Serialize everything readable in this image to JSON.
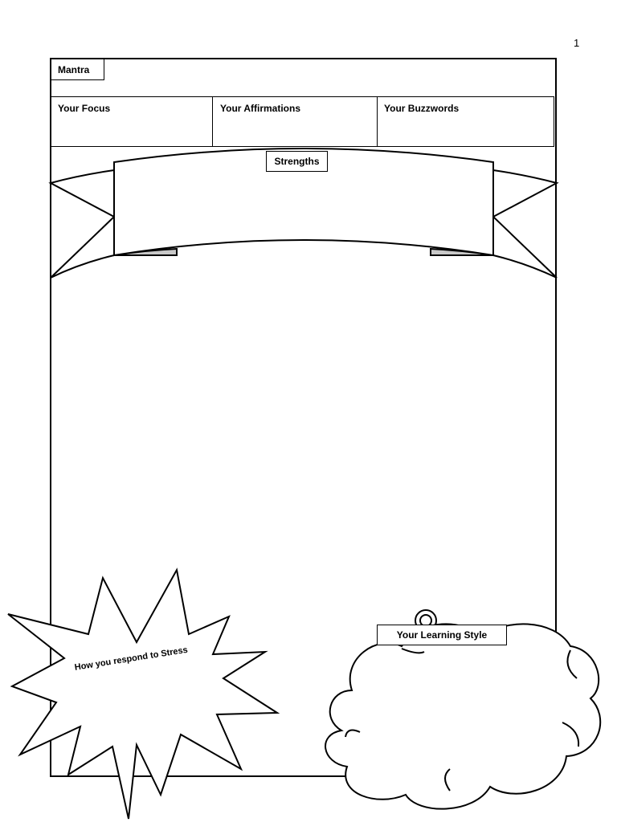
{
  "page_number": "1",
  "mantra": {
    "label": "Mantra"
  },
  "columns": [
    {
      "label": "Your Focus"
    },
    {
      "label": "Your Affirmations"
    },
    {
      "label": "Your Buzzwords"
    }
  ],
  "strengths": {
    "label": "Strengths"
  },
  "stress": {
    "label": "How you respond to Stress"
  },
  "learning_style": {
    "label": "Your Learning Style"
  }
}
